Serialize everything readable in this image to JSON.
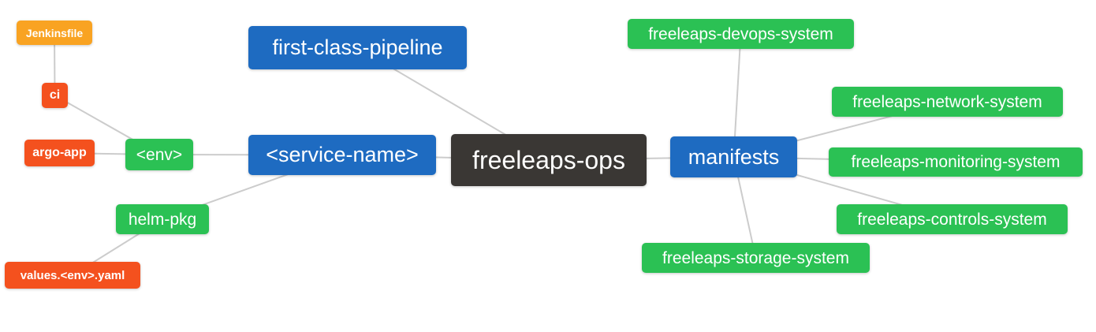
{
  "diagram": {
    "type": "mindmap",
    "root_label": "freeleaps-ops",
    "palette": {
      "blue": "#1e6bc1",
      "green": "#2bc154",
      "orange": "#f9a322",
      "red": "#f4511e",
      "dark": "#3a3734",
      "edge": "#cccccc",
      "text": "#ffffff",
      "background": "#ffffff"
    },
    "nodes": {
      "jenkinsfile": {
        "label": "Jenkinsfile",
        "color": "orange"
      },
      "ci": {
        "label": "ci",
        "color": "red"
      },
      "argo_app": {
        "label": "argo-app",
        "color": "red"
      },
      "env": {
        "label": "<env>",
        "color": "green"
      },
      "helm_pkg": {
        "label": "helm-pkg",
        "color": "green"
      },
      "values_env_yaml": {
        "label": "values.<env>.yaml",
        "color": "red"
      },
      "first_class_pipeline": {
        "label": "first-class-pipeline",
        "color": "blue"
      },
      "service_name": {
        "label": "<service-name>",
        "color": "blue"
      },
      "freeleaps_ops": {
        "label": "freeleaps-ops",
        "color": "dark"
      },
      "manifests": {
        "label": "manifests",
        "color": "blue"
      },
      "devops_system": {
        "label": "freeleaps-devops-system",
        "color": "green"
      },
      "network_system": {
        "label": "freeleaps-network-system",
        "color": "green"
      },
      "monitoring_system": {
        "label": "freeleaps-monitoring-system",
        "color": "green"
      },
      "controls_system": {
        "label": "freeleaps-controls-system",
        "color": "green"
      },
      "storage_system": {
        "label": "freeleaps-storage-system",
        "color": "green"
      }
    },
    "edges": [
      {
        "from": "jenkinsfile",
        "to": "ci"
      },
      {
        "from": "ci",
        "to": "env"
      },
      {
        "from": "argo_app",
        "to": "env"
      },
      {
        "from": "env",
        "to": "service_name"
      },
      {
        "from": "helm_pkg",
        "to": "service_name"
      },
      {
        "from": "helm_pkg",
        "to": "values_env_yaml"
      },
      {
        "from": "first_class_pipeline",
        "to": "freeleaps_ops"
      },
      {
        "from": "service_name",
        "to": "freeleaps_ops"
      },
      {
        "from": "freeleaps_ops",
        "to": "manifests"
      },
      {
        "from": "manifests",
        "to": "devops_system"
      },
      {
        "from": "manifests",
        "to": "network_system"
      },
      {
        "from": "manifests",
        "to": "monitoring_system"
      },
      {
        "from": "manifests",
        "to": "controls_system"
      },
      {
        "from": "manifests",
        "to": "storage_system"
      }
    ]
  }
}
